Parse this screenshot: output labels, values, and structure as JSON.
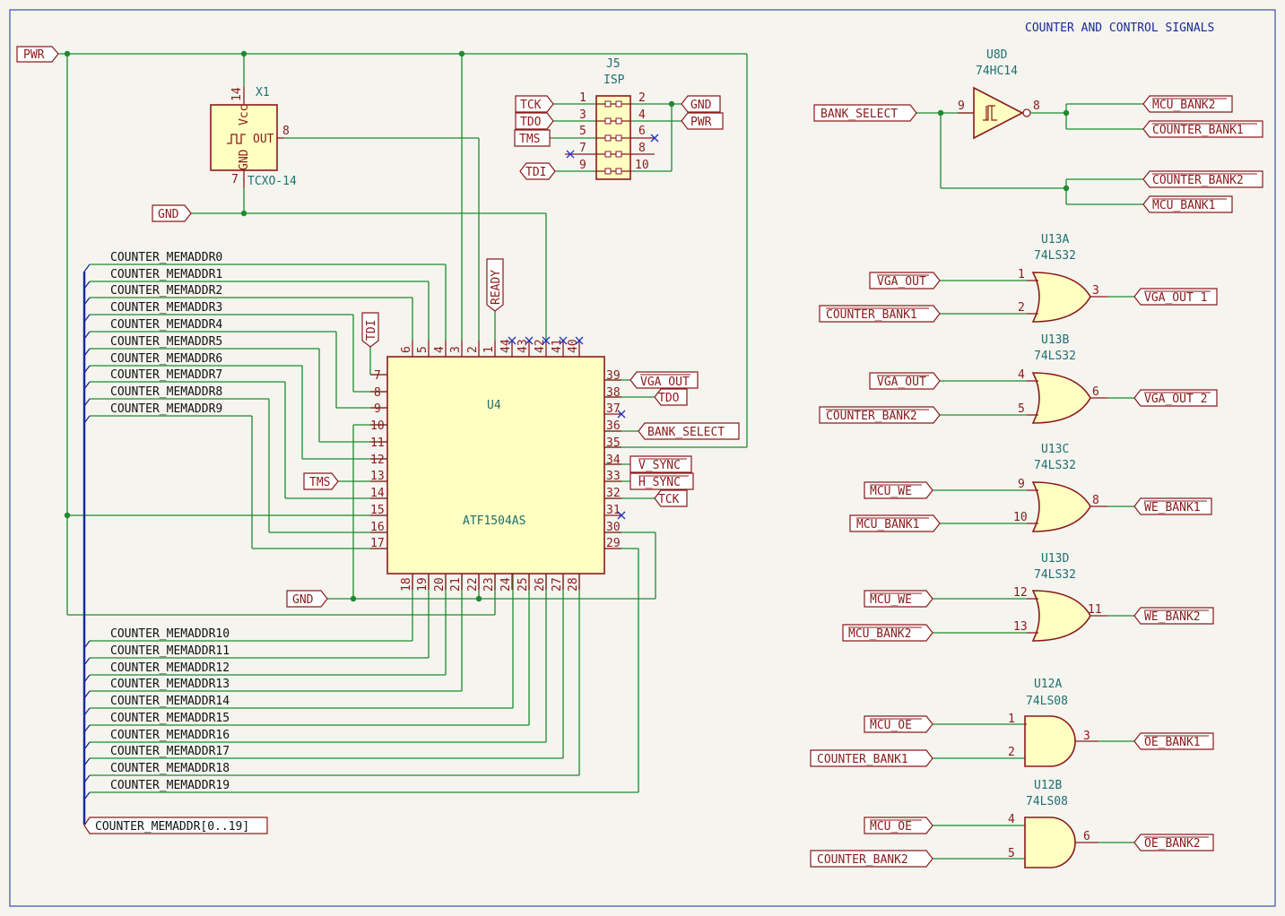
{
  "title": "COUNTER AND CONTROL SIGNALS",
  "components": {
    "x1": {
      "ref": "X1",
      "value": "TCXO-14",
      "pin_vcc": "Vcc",
      "pin_gnd": "GND",
      "pin_out": "OUT",
      "pin_14": "14",
      "pin_7": "7",
      "pin_8": "8"
    },
    "j5": {
      "ref": "J5",
      "value": "ISP",
      "pins_left": [
        "1",
        "3",
        "5",
        "7",
        "9"
      ],
      "pins_right": [
        "2",
        "4",
        "6",
        "8",
        "10"
      ]
    },
    "u4": {
      "ref": "U4",
      "value": "ATF1504AS"
    },
    "u8d": {
      "ref": "U8D",
      "value": "74HC14",
      "pin_in": "9",
      "pin_out": "8"
    },
    "u13a": {
      "ref": "U13A",
      "value": "74LS32",
      "p1": "1",
      "p2": "2",
      "p3": "3"
    },
    "u13b": {
      "ref": "U13B",
      "value": "74LS32",
      "p1": "4",
      "p2": "5",
      "p3": "6"
    },
    "u13c": {
      "ref": "U13C",
      "value": "74LS32",
      "p1": "9",
      "p2": "10",
      "p3": "8"
    },
    "u13d": {
      "ref": "U13D",
      "value": "74LS32",
      "p1": "12",
      "p2": "13",
      "p3": "11"
    },
    "u12a": {
      "ref": "U12A",
      "value": "74LS08",
      "p1": "1",
      "p2": "2",
      "p3": "3"
    },
    "u12b": {
      "ref": "U12B",
      "value": "74LS08",
      "p1": "4",
      "p2": "5",
      "p3": "6"
    }
  },
  "u4_pins": {
    "top": [
      "6",
      "5",
      "4",
      "3",
      "2",
      "1",
      "44",
      "43",
      "42",
      "41",
      "40"
    ],
    "left": [
      "7",
      "8",
      "9",
      "10",
      "11",
      "12",
      "13",
      "14",
      "15",
      "16",
      "17"
    ],
    "right": [
      "39",
      "38",
      "37",
      "36",
      "35",
      "34",
      "33",
      "32",
      "31",
      "30",
      "29"
    ],
    "bottom": [
      "18",
      "19",
      "20",
      "21",
      "22",
      "23",
      "24",
      "25",
      "26",
      "27",
      "28"
    ]
  },
  "labels": {
    "pwr": "PWR",
    "gnd": "GND",
    "gnd2": "GND",
    "tck": "TCK",
    "tdo": "TDO",
    "tms": "TMS",
    "tdi": "TDI",
    "j5_gnd": "GND",
    "j5_pwr": "PWR",
    "ready": "READY",
    "tdi_u4": "TDI",
    "tms_u4": "TMS",
    "vga_out_39": "VGA_OUT",
    "tdo_38": "TDO",
    "bank_select_36": "BANK_SELECT",
    "v_sync": "V_SYNC",
    "h_sync": "H_SYNC",
    "tck_32": "TCK",
    "bank_select": "BANK_SELECT",
    "mcu_bank2_a": "MCU_BANK2",
    "counter_bank1_a": "COUNTER_BANK1",
    "counter_bank2_a": "COUNTER_BANK2",
    "mcu_bank1_a": "MCU_BANK1",
    "vga_out_a": "VGA_OUT",
    "counter_bank1_b": "COUNTER_BANK1",
    "vga_out_1": "VGA_OUT 1",
    "vga_out_b": "VGA_OUT",
    "counter_bank2_b": "COUNTER_BANK2",
    "vga_out_2": "VGA_OUT 2",
    "mcu_we_a": "MCU_WE",
    "mcu_bank1_b": "MCU_BANK1",
    "we_bank1": "WE_BANK1",
    "mcu_we_b": "MCU_WE",
    "mcu_bank2_b": "MCU_BANK2",
    "we_bank2": "WE_BANK2",
    "mcu_oe_a": "MCU_OE",
    "counter_bank1_c": "COUNTER_BANK1",
    "oe_bank1": "OE_BANK1",
    "mcu_oe_b": "MCU_OE",
    "counter_bank2_c": "COUNTER_BANK2",
    "oe_bank2": "OE_BANK2",
    "bus": "COUNTER_MEMADDR[0..19]"
  },
  "addr_top": [
    "COUNTER_MEMADDR0",
    "COUNTER_MEMADDR1",
    "COUNTER_MEMADDR2",
    "COUNTER_MEMADDR3",
    "COUNTER_MEMADDR4",
    "COUNTER_MEMADDR5",
    "COUNTER_MEMADDR6",
    "COUNTER_MEMADDR7",
    "COUNTER_MEMADDR8",
    "COUNTER_MEMADDR9"
  ],
  "addr_bottom": [
    "COUNTER_MEMADDR10",
    "COUNTER_MEMADDR11",
    "COUNTER_MEMADDR12",
    "COUNTER_MEMADDR13",
    "COUNTER_MEMADDR14",
    "COUNTER_MEMADDR15",
    "COUNTER_MEMADDR16",
    "COUNTER_MEMADDR17",
    "COUNTER_MEMADDR18",
    "COUNTER_MEMADDR19"
  ]
}
